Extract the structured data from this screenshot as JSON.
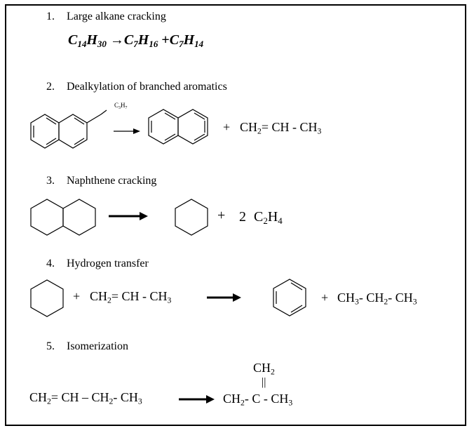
{
  "reactions": [
    {
      "number": "1.",
      "title": "Large alkane cracking"
    },
    {
      "number": "2.",
      "title": "Dealkylation of branched aromatics"
    },
    {
      "number": "3.",
      "title": "Naphthene cracking"
    },
    {
      "number": "4.",
      "title": "Hydrogen transfer"
    },
    {
      "number": "5.",
      "title": "Isomerization"
    }
  ],
  "r1": {
    "c14h30": {
      "a": "C",
      "b": "14",
      "c": "H",
      "d": "30"
    },
    "arrow": "→",
    "c7h16": {
      "a": "C",
      "b": "7",
      "c": "H",
      "d": "16"
    },
    "plus": "+",
    "c7h14": {
      "a": "C",
      "b": "7",
      "c": "H",
      "d": "14"
    }
  },
  "r2": {
    "substituent": {
      "a": "C",
      "b": "3",
      "c": "H",
      "d": "7"
    },
    "plus": "+",
    "propylene": {
      "a": "CH",
      "b": "2",
      "c": "= CH - CH",
      "d": "3"
    }
  },
  "r3": {
    "plus": "+",
    "coef": "2",
    "ethylene": {
      "a": "C",
      "b": "2",
      "c": "H",
      "d": "4"
    }
  },
  "r4": {
    "plus1": "+",
    "propylene": {
      "a": "CH",
      "b": "2",
      "c": "= CH - CH",
      "d": "3"
    },
    "plus2": "+",
    "propane": {
      "a": "CH",
      "b": "3",
      "c": "- CH",
      "d": "2",
      "e": "- CH",
      "f": "3"
    }
  },
  "r5": {
    "butene": {
      "a": "CH",
      "b": "2",
      "c": "= CH – CH",
      "d": "2",
      "e": "- CH",
      "f": "3"
    },
    "top_group": {
      "a": "CH",
      "b": "2"
    },
    "double_bond": "||",
    "isobutene": {
      "a": "CH",
      "b": "2",
      "c": "- C - CH",
      "d": "3"
    }
  }
}
